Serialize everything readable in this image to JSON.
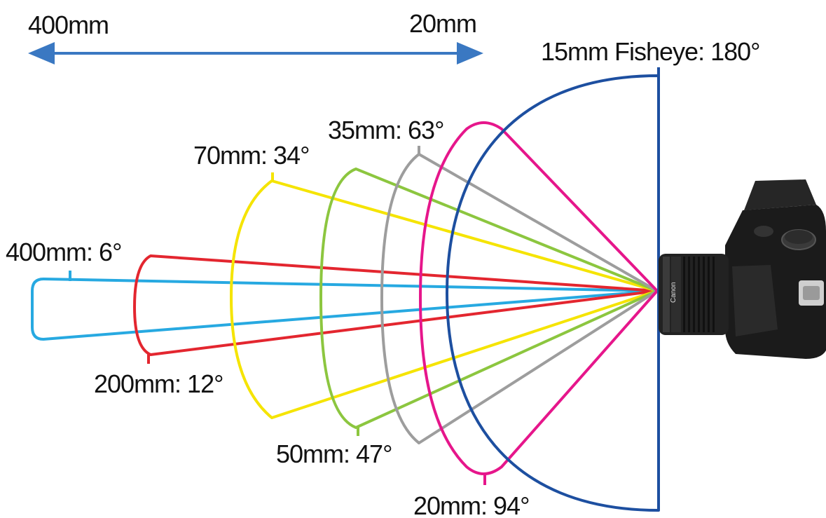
{
  "range": {
    "left_label": "400mm",
    "right_label": "20mm",
    "arrow_color": "#3a78c2"
  },
  "lenses": [
    {
      "id": "400mm",
      "label": "400mm: 6°",
      "focal_length_mm": 400,
      "angle_deg": 6,
      "color": "#27a9e1"
    },
    {
      "id": "200mm",
      "label": "200mm: 12°",
      "focal_length_mm": 200,
      "angle_deg": 12,
      "color": "#e3262f"
    },
    {
      "id": "70mm",
      "label": "70mm: 34°",
      "focal_length_mm": 70,
      "angle_deg": 34,
      "color": "#f5e400"
    },
    {
      "id": "50mm",
      "label": "50mm: 47°",
      "focal_length_mm": 50,
      "angle_deg": 47,
      "color": "#8cc63f"
    },
    {
      "id": "35mm",
      "label": "35mm: 63°",
      "focal_length_mm": 35,
      "angle_deg": 63,
      "color": "#9d9d9d"
    },
    {
      "id": "20mm",
      "label": "20mm: 94°",
      "focal_length_mm": 20,
      "angle_deg": 94,
      "color": "#e6168b"
    },
    {
      "id": "15mm-fisheye",
      "label": "15mm Fisheye: 180°",
      "focal_length_mm": 15,
      "angle_deg": 180,
      "color": "#1d4fa0"
    }
  ],
  "camera": {
    "icon": "dslr-camera-icon",
    "brand_text": "Canon"
  }
}
